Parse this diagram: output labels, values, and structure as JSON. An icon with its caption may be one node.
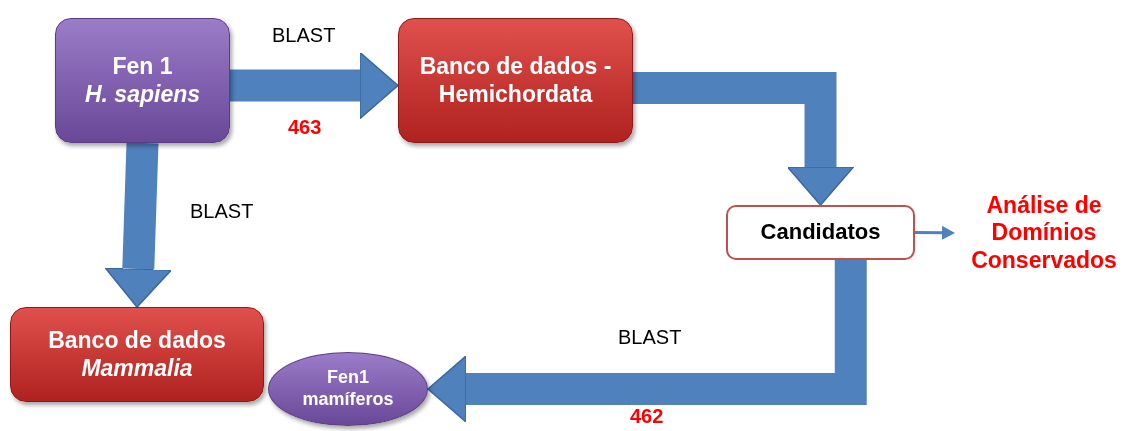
{
  "diagram": {
    "nodes": [
      {
        "text": [
          "Fen 1",
          "H. sapiens"
        ]
      },
      {
        "text": [
          "Banco de dados - Hemichordata"
        ]
      },
      {
        "text": [
          "Candidatos"
        ]
      },
      {
        "text": [
          "Análise de Domínios Conservados"
        ]
      },
      {
        "text": [
          "Banco de dados",
          "Mammalia"
        ]
      },
      {
        "text": [
          "Fen1 mamíferos"
        ]
      }
    ],
    "edges": [
      {
        "from": 0,
        "to": 1,
        "arrow": "to",
        "label": "BLAST"
      },
      {
        "from": 1,
        "to": 2,
        "arrow": "to"
      },
      {
        "from": 0,
        "to": 4,
        "arrow": "to",
        "label": "BLAST"
      },
      {
        "from": 2,
        "to": 3,
        "arrow": "to"
      },
      {
        "from": 2,
        "to": 5,
        "arrow": "to",
        "label": "BLAST"
      }
    ],
    "labels": [
      "463",
      "462"
    ]
  }
}
